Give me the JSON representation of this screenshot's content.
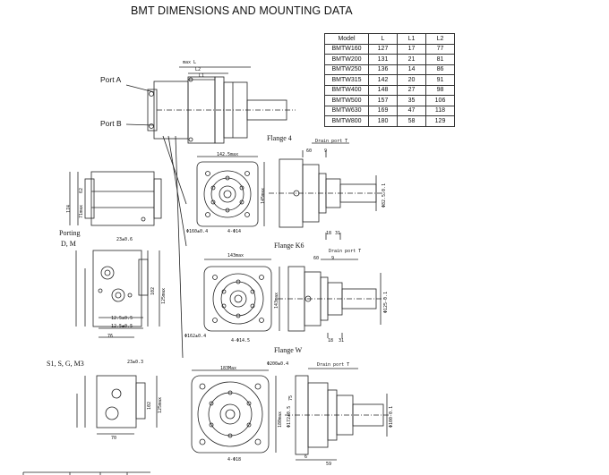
{
  "header": {
    "title": "BMT DIMENSIONS AND MOUNTING DATA"
  },
  "table": {
    "columns": [
      "Model",
      "L",
      "L1",
      "L2"
    ],
    "rows": [
      [
        "BMTW160",
        "127",
        "17",
        "77"
      ],
      [
        "BMTW200",
        "131",
        "21",
        "81"
      ],
      [
        "BMTW250",
        "136",
        "14",
        "86"
      ],
      [
        "BMTW315",
        "142",
        "20",
        "91"
      ],
      [
        "BMTW400",
        "148",
        "27",
        "98"
      ],
      [
        "BMTW500",
        "157",
        "35",
        "106"
      ],
      [
        "BMTW630",
        "169",
        "47",
        "118"
      ],
      [
        "BMTW800",
        "180",
        "58",
        "129"
      ]
    ]
  },
  "ports": {
    "port_a": "Port A",
    "port_b": "Port B"
  },
  "views": {
    "porting": "Porting",
    "dm": "D, M",
    "s1g": "S1, S, G, M3",
    "flange4": "Flange 4",
    "flangek6": "Flange K6",
    "flangew": "Flange W"
  },
  "dims": {
    "max_l": "max L",
    "l2": "L2",
    "l1": "L1",
    "drain_port": "Drain port T",
    "d142": "142.5max",
    "d160": "Φ160±0.4",
    "d4_14": "4-Φ14",
    "d143": "143max",
    "d162": "Φ162±0.4",
    "d4_145": "4-Φ14.5",
    "d183": "183Max",
    "d200": "Φ200±0.4",
    "d4_18": "4-Φ18",
    "d23": "23±0.6",
    "d23b": "23±0.3",
    "d125": "12.5±0.5",
    "d125b": "12.5±0.5",
    "d76": "76",
    "d70": "70",
    "d102": "102",
    "d125max": "125max",
    "d60": "60",
    "d9": "9",
    "d18": "18",
    "d31": "31",
    "d6": "6",
    "d59": "59",
    "d62": "62",
    "d71": "71max",
    "d174": "174",
    "d145max": "145max",
    "d143max": "143max",
    "d180max": "180max",
    "d172": "Φ172±0.5",
    "d75": "75",
    "d125_c": "Φ125-0.1",
    "d82": "Φ82.5-0.1",
    "d100": "Φ100-0.1"
  }
}
